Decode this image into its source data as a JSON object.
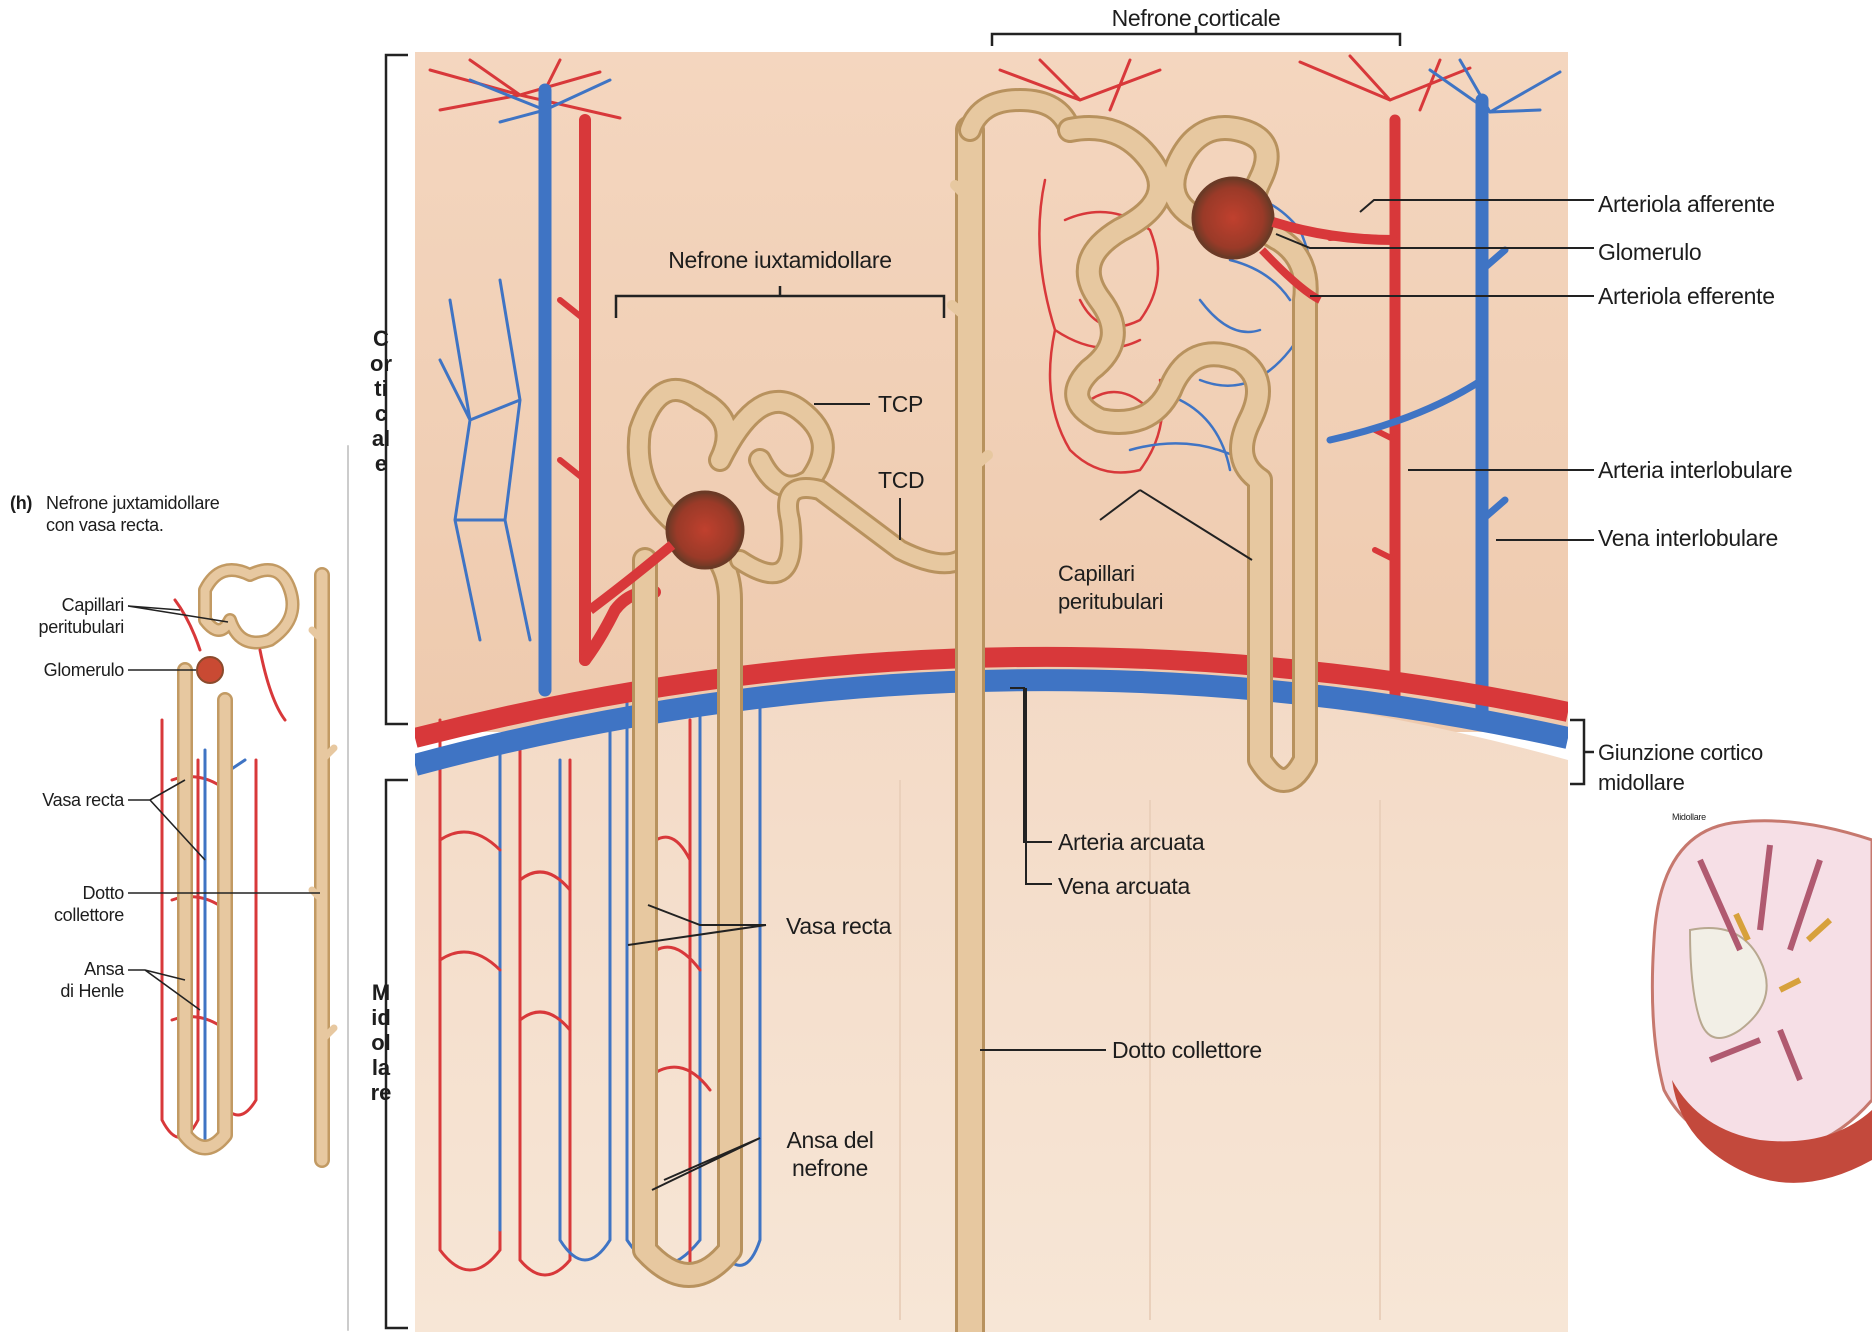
{
  "colors": {
    "artery": "#d8383a",
    "vein": "#3f74c4",
    "tubule": "#e7c8a0",
    "cortex": "#f3d6c0",
    "medulla": "#f6e1d0",
    "leader": "#222222"
  },
  "header": {
    "cortical_nephron": "Nefrone corticale"
  },
  "regions": {
    "corticale": "Corticale",
    "midollare": "Midollare",
    "junction": "Giunzione cortico\nmidollare"
  },
  "juxta": {
    "title": "Nefrone iuxtamidollare",
    "tcp": "TCP",
    "tcd": "TCD",
    "vasa_recta": "Vasa recta",
    "loop": "Ansa del\nnefrone"
  },
  "cortical": {
    "afferent": "Arteriola afferente",
    "glomerulus": "Glomerulo",
    "efferent": "Arteriola efferente",
    "interlobular_artery": "Arteria interlobulare",
    "interlobular_vein": "Vena interlobulare",
    "peritubular": "Capillari\nperitubulari"
  },
  "center": {
    "arcuate_artery": "Arteria arcuata",
    "arcuate_vein": "Vena arcuata",
    "collecting_duct": "Dotto collettore"
  },
  "inset": {
    "tag": "(h)",
    "caption": "Nefrone juxtamidollare\ncon vasa recta.",
    "peritubular": "Capillari\nperitubulari",
    "glomerulus": "Glomerulo",
    "vasa_recta": "Vasa recta",
    "duct": "Dotto\ncollettore",
    "henle": "Ansa\ndi Henle"
  },
  "kidney": {
    "label": "Midollare"
  }
}
